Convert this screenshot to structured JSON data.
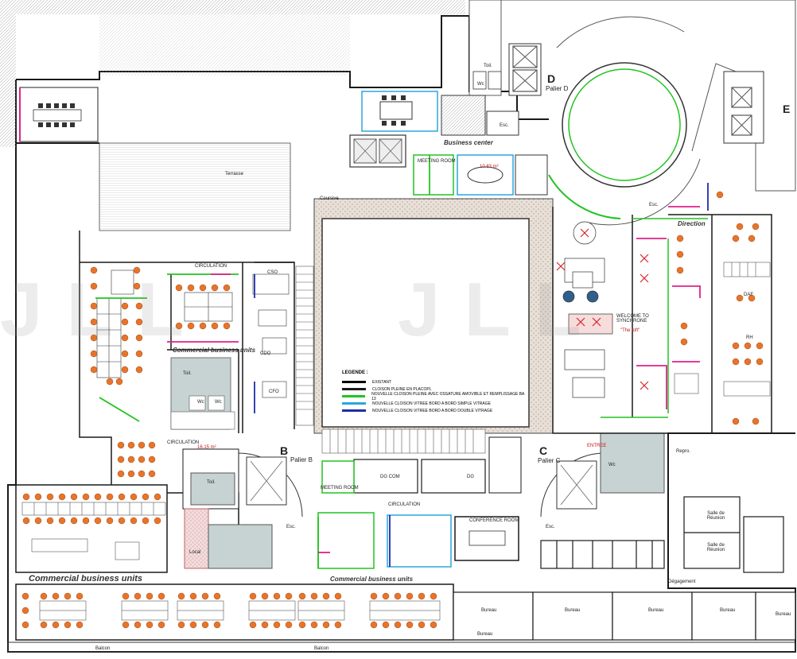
{
  "labels": {
    "letter_d": "D",
    "letter_e": "E",
    "letter_b": "B",
    "letter_c": "C",
    "palier_d": "Palier D",
    "palier_b": "Palier B",
    "palier_c": "Palier C",
    "business_center": "Business center",
    "commercial_units_1": "Commercial business units",
    "commercial_units_2": "Commercial business units",
    "commercial_units_3": "Commercial business units",
    "direction": "Direction",
    "welcome": "WELCOME TO\nSYNCHRONE",
    "the_loft": "\"The loft\"",
    "terrasse": "Terrasse",
    "coursive": "Coursive",
    "entree": "ENTREE",
    "balcon_1": "Balcon",
    "balcon_2": "Balcon",
    "salle_reunion_1": "Salle de Réunion",
    "salle_reunion_2": "Salle de Réunion",
    "repro": "Repro.",
    "degagement": "Dégagement",
    "bureau_1": "Bureau",
    "bureau_2": "Bureau",
    "bureau_3": "Bureau",
    "bureau_4": "Bureau",
    "bureau_5": "Bureau",
    "bureau_6": "Bureau",
    "esc_1": "Esc.",
    "esc_2": "Esc.",
    "esc_3": "Esc.",
    "esc_4": "Esc.",
    "wc_1": "Wc",
    "wc_2": "Wc",
    "wc_3": "Wc",
    "wc_4": "Wc",
    "toil_1": "Toil.",
    "toil_2": "Toil.",
    "toil_3": "Toil.",
    "local": "Local",
    "circulation_1": "CIRCULATION",
    "circulation_2": "CIRCULATION",
    "circulation_3": "CIRCULATION",
    "meeting_room_1": "MEETING ROOM",
    "meeting_room_2": "MEETING ROOM",
    "conference_room": "CONFERENCE ROOM",
    "cso": "CSO",
    "cdo": "CDO",
    "cfo": "CFO",
    "daf": "DAF",
    "rh": "RH",
    "dg_com": "DG COM",
    "dg": "DG",
    "area_1": "16.15 m²",
    "area_2": "10.83 m²"
  },
  "legend": {
    "title": "LEGENDE :",
    "items": [
      {
        "color": "#000000",
        "text": "EXISTANT"
      },
      {
        "color": "#1a1a1a",
        "text": "CLOISON PLEINE EN PLACOPL"
      },
      {
        "color": "#22c322",
        "text": "NOUVELLE CLOISON PLEINE AVEC OSSATURE AMOVIBLE ET REMPLISSAGE BA 13"
      },
      {
        "color": "#2aa6e0",
        "text": "NOUVELLE CLOISON VITREE BORD A BORD SIMPLE VITRAGE"
      },
      {
        "color": "#1d2ea8",
        "text": "NOUVELLE CLOISON VITREE BORD A BORD DOUBLE VITRAGE"
      }
    ]
  },
  "colors": {
    "wall": "#1a1a1a",
    "green_partition": "#22c322",
    "glass_single": "#2aa6e0",
    "glass_double": "#1d2ea8",
    "chair": "#e8742a",
    "accent_pink": "#e0218a",
    "accent_red": "#d6232a",
    "sanitary": "#c7d3d2"
  },
  "watermark": "JLL"
}
